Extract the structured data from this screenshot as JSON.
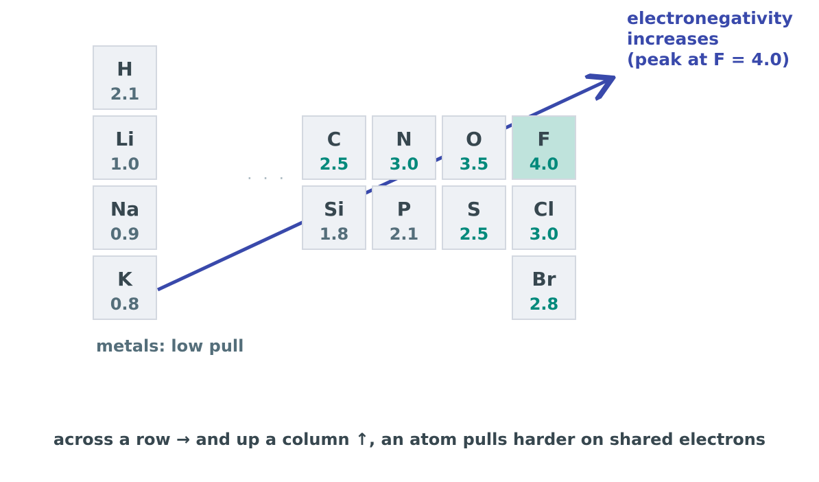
{
  "arrow_label": [
    "electronegativity",
    "increases",
    "(peak at F = 4.0)"
  ],
  "metals_note": "metals: low pull",
  "ellipsis": "· · ·",
  "caption": "across a row → and up a column ↑, an atom pulls harder on shared electrons",
  "colors": {
    "cell_bg": "#eef1f5",
    "highlight_bg": "#bfe3dc",
    "arrow": "#3949ab",
    "metal_value": "#546e7a",
    "nonmetal_value": "#00897b",
    "symbol": "#37474f"
  },
  "elements": {
    "H": {
      "symbol": "H",
      "value": "2.1"
    },
    "Li": {
      "symbol": "Li",
      "value": "1.0"
    },
    "Na": {
      "symbol": "Na",
      "value": "0.9"
    },
    "K": {
      "symbol": "K",
      "value": "0.8"
    },
    "C": {
      "symbol": "C",
      "value": "2.5"
    },
    "N": {
      "symbol": "N",
      "value": "3.0"
    },
    "O": {
      "symbol": "O",
      "value": "3.5"
    },
    "F": {
      "symbol": "F",
      "value": "4.0"
    },
    "Si": {
      "symbol": "Si",
      "value": "1.8"
    },
    "P": {
      "symbol": "P",
      "value": "2.1"
    },
    "S": {
      "symbol": "S",
      "value": "2.5"
    },
    "Cl": {
      "symbol": "Cl",
      "value": "3.0"
    },
    "Br": {
      "symbol": "Br",
      "value": "2.8"
    }
  }
}
